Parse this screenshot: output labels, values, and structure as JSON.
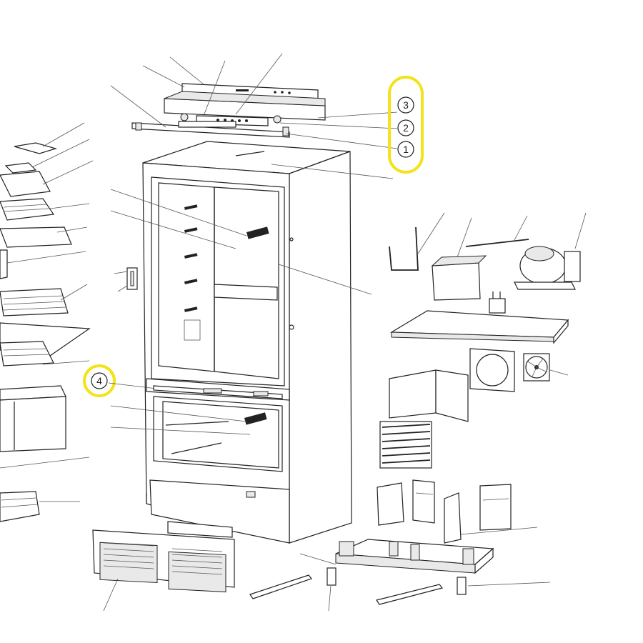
{
  "callouts": [
    {
      "id": "1",
      "label": "1"
    },
    {
      "id": "2",
      "label": "2"
    },
    {
      "id": "3",
      "label": "3"
    },
    {
      "id": "4",
      "label": "4"
    }
  ],
  "colors": {
    "highlight": "#f4e21a",
    "line": "#222222",
    "background": "#ffffff"
  }
}
